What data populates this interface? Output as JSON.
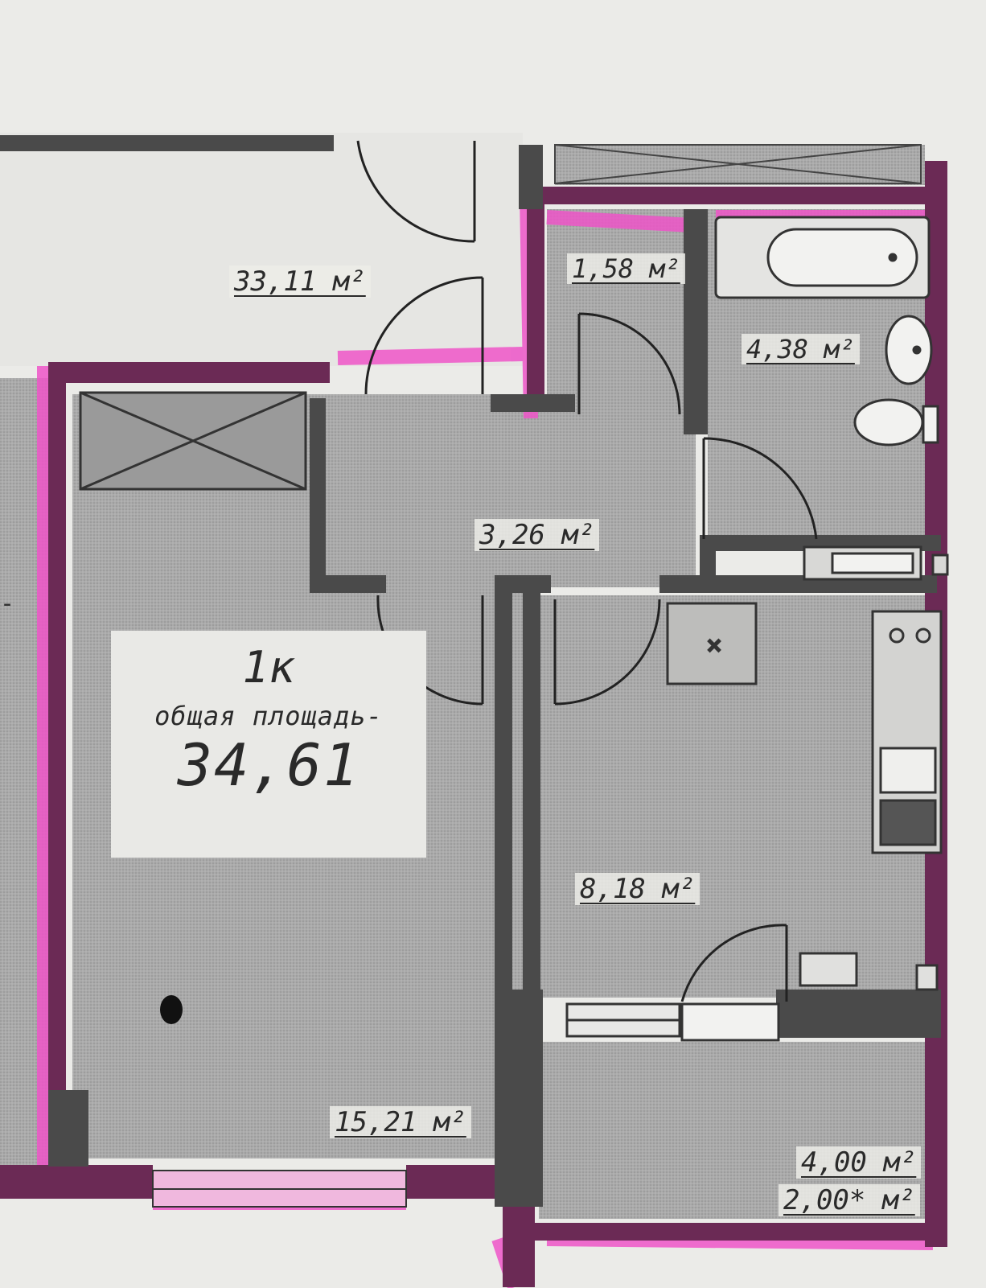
{
  "plan": {
    "apartment_code": "1к",
    "total_area_caption": "общая площадь-",
    "total_area_value": "34,61"
  },
  "rooms": {
    "common_area": "33,11 м²",
    "toilet": "1,58 м²",
    "bathroom": "4,38 м²",
    "hallway": "3,26 м²",
    "living_room": "15,21 м²",
    "kitchen": "8,18 м²",
    "balcony": "4,00 м²",
    "balcony_reduced": "2,00* м²"
  },
  "colors": {
    "wall": "#4a4a4a",
    "floor": "#a9a9a9",
    "paper": "#ebebe8",
    "highlight_pink": "#ee55c8",
    "highlight_dark": "#6b2a55"
  }
}
